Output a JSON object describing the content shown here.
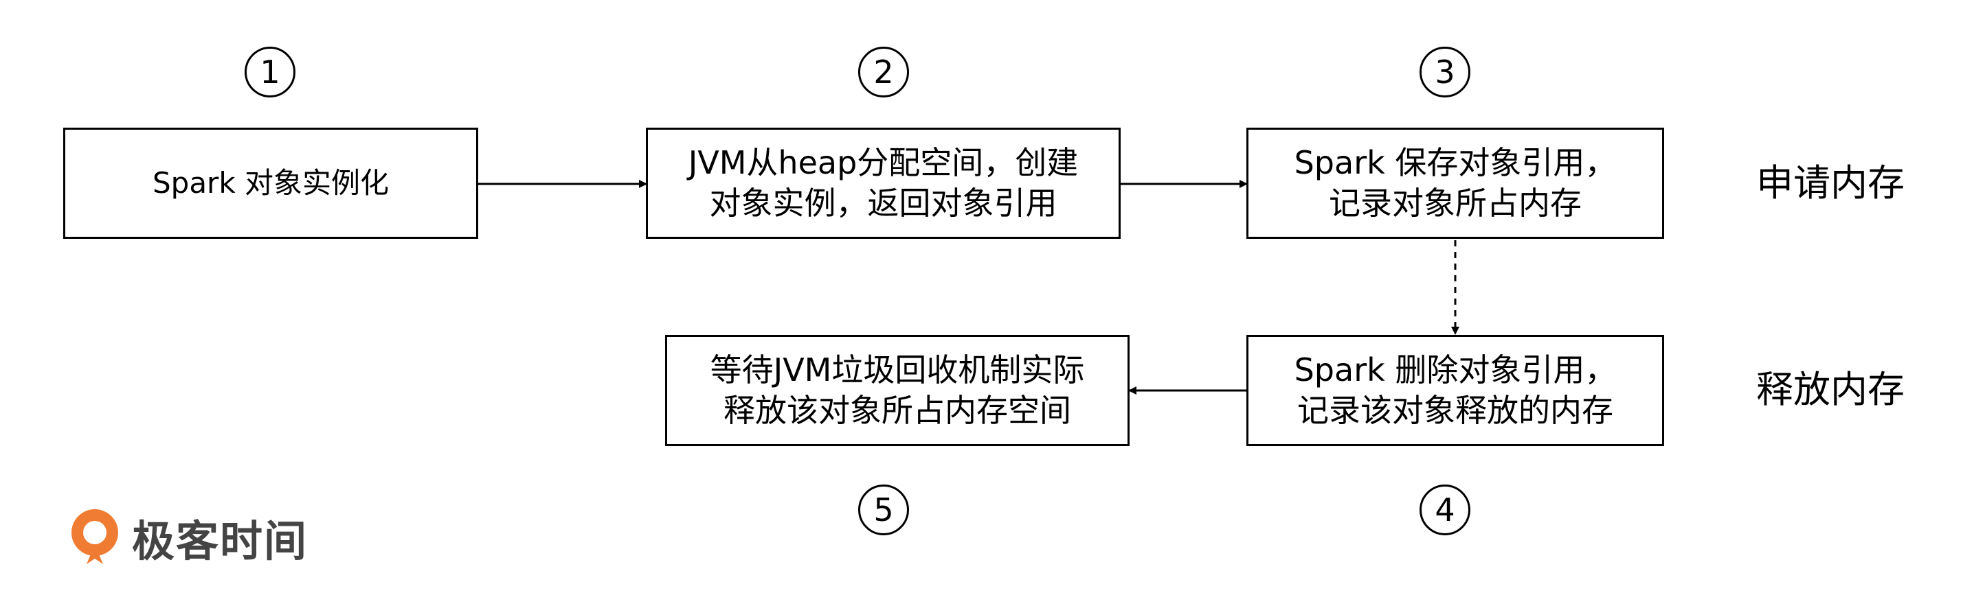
{
  "steps": {
    "s1": "1",
    "s2": "2",
    "s3": "3",
    "s4": "4",
    "s5": "5"
  },
  "boxes": {
    "instantiate": {
      "line1": "Spark 对象实例化"
    },
    "allocate": {
      "line1": "JVM从heap分配空间，创建",
      "line2": "对象实例，返回对象引用"
    },
    "record_save": {
      "line1": "Spark 保存对象引用，",
      "line2": "记录对象所占内存"
    },
    "record_delete": {
      "line1": "Spark 删除对象引用，",
      "line2": "记录该对象释放的内存"
    },
    "gc_release": {
      "line1": "等待JVM垃圾回收机制实际",
      "line2": "释放该对象所占内存空间"
    }
  },
  "phases": {
    "request": "申请内存",
    "release": "释放内存"
  },
  "logo": {
    "text": "极客时间",
    "color": "#f07c33"
  }
}
